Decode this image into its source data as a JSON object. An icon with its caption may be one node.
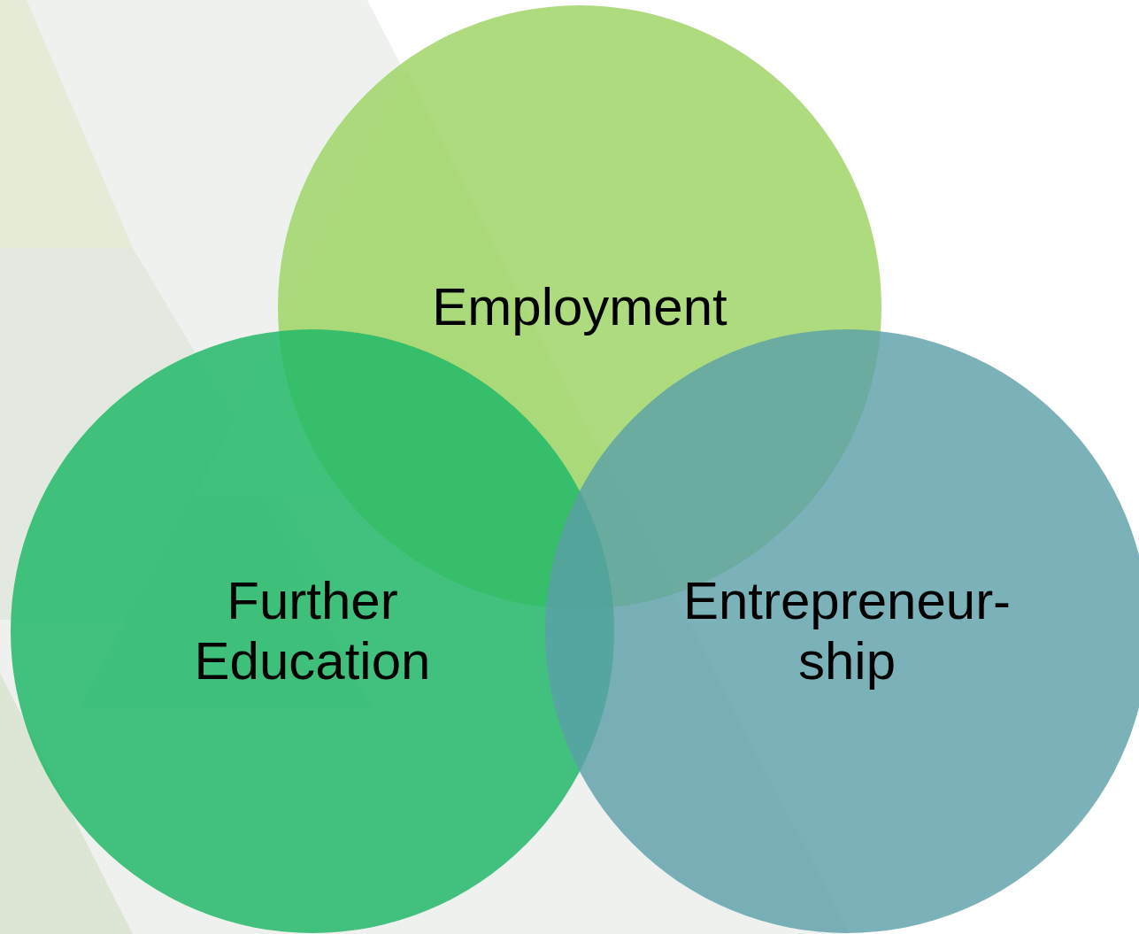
{
  "diagram": {
    "nodes": [
      {
        "text": [
          "Employment"
        ]
      },
      {
        "text": [
          "Further Education"
        ]
      },
      {
        "text": [
          "Entrepreneur- ship"
        ]
      }
    ]
  }
}
